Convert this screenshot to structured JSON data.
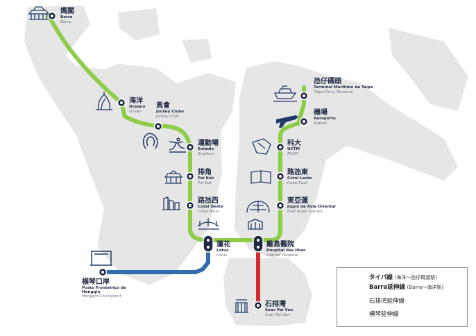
{
  "colors": {
    "taipa_line": "#8fcc4a",
    "seac_pai_van_line": "#d42a2f",
    "hengqin_line": "#2f6dad",
    "station_fill": "#1f2a44",
    "land": "#e6e6e6",
    "text": "#1f2a44"
  },
  "stations": {
    "barra": {
      "zh": "媽閣",
      "pt": "Barra",
      "en": "Barra",
      "icon": "a-ma-temple-icon"
    },
    "oceano": {
      "zh": "海洋",
      "pt": "Oceano",
      "en": "Ocean",
      "icon": "macau-tower-icon"
    },
    "jockey_clube": {
      "zh": "馬會",
      "pt": "Jockey Clube",
      "en": "Jockey Club",
      "icon": "horseshoe-icon"
    },
    "estadio": {
      "zh": "運動場",
      "pt": "Estádio",
      "en": "Stadium",
      "icon": "runner-icon"
    },
    "pai_kok": {
      "zh": "排角",
      "pt": "Pai Kok",
      "en": "Pai Kok",
      "icon": "pavilion-icon"
    },
    "cotai_oeste": {
      "zh": "路氹西",
      "pt": "Cotai Oeste",
      "en": "Cotai West",
      "icon": "buildings-icon"
    },
    "lotus": {
      "zh": "蓮花",
      "pt": "Lótus",
      "en": "Lotus",
      "icon": "lotus-bridge-icon"
    },
    "hospital": {
      "zh": "離島醫院",
      "pt": "Hospital das Ilhas",
      "en": "Islands' Hospital",
      "icon": "hospital-icon"
    },
    "jogos": {
      "zh": "東亞運",
      "pt": "Jogos da Ásia Oriental",
      "en": "East Asian Games",
      "icon": "dome-icon"
    },
    "cotai_leste": {
      "zh": "路氹東",
      "pt": "Cotai Leste",
      "en": "Cotai East",
      "icon": "book-icon"
    },
    "uctm": {
      "zh": "科大",
      "pt": "UCTM",
      "en": "MUST",
      "icon": "university-icon"
    },
    "aeroporto": {
      "zh": "機場",
      "pt": "Aeroporto",
      "en": "Airport",
      "icon": "airplane-icon"
    },
    "ferry": {
      "zh": "氹仔碼頭",
      "pt": "Terminal Marítimo da Taipa",
      "en": "Taipa Ferry Terminal",
      "icon": "ferry-icon"
    },
    "seac_pai_van": {
      "zh": "石排灣",
      "pt": "Seac Pai Van",
      "en": "Seac Pai Van",
      "icon": "seac-pai-van-icon"
    },
    "hengqin": {
      "zh": "横琴口岸",
      "pt": "Posto Fronteiriço de Hengqin",
      "en": "Hengqin Checkpoint",
      "icon": "checkpoint-gate-icon"
    }
  },
  "legend": {
    "taipa_line": "タイパ線",
    "taipa_note": "(海洋～氹仔碼頭駅)",
    "barra_ext": "Barra延伸線",
    "barra_note": "(Barra～海洋駅)",
    "seac_pai_van_ext": "石排湾延伸線",
    "hengqin_ext": "横琴延伸線"
  }
}
